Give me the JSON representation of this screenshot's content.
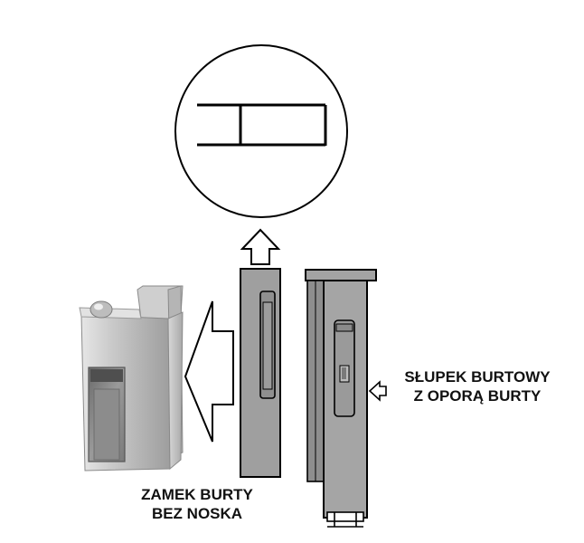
{
  "labels": {
    "post": {
      "line1": "SŁUPEK BURTOWY",
      "line2": "Z OPORĄ BURTY"
    },
    "lock": {
      "line1": "ZAMEK BURTY",
      "line2": "BEZ NOSKA"
    }
  },
  "colors": {
    "outline": "#000000",
    "metal_light": "#c4c4c4",
    "metal_mid": "#9a9a9a",
    "metal_dark": "#6e6e6e",
    "background": "#ffffff"
  },
  "icons": {
    "up_arrow": "arrow-up-outline",
    "left_arrow": "arrow-left-outline",
    "small_left_arrow": "arrow-left-outline-small"
  }
}
